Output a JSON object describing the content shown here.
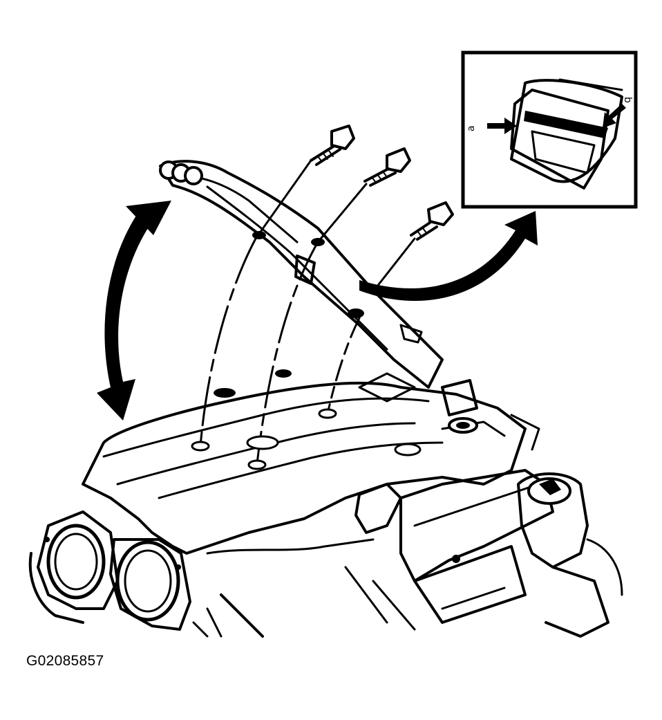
{
  "figure": {
    "code": "G02085857",
    "inset_labels": [
      "a",
      "b"
    ]
  },
  "colors": {
    "ink": "#000000",
    "paper": "#ffffff"
  },
  "icons": [
    "curved-double-arrow-icon",
    "curved-arrow-icon"
  ]
}
